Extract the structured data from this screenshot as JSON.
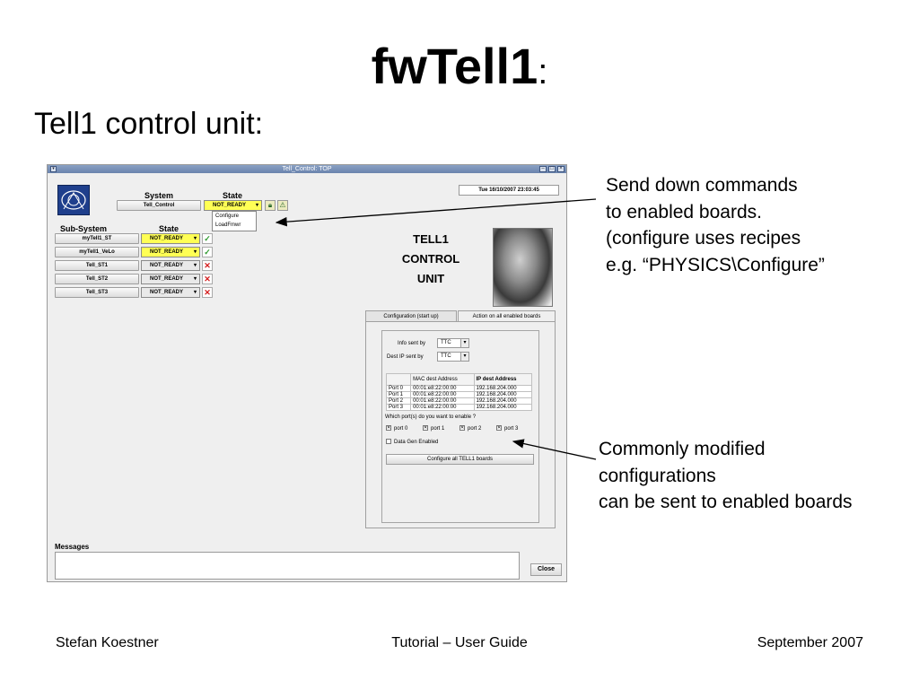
{
  "slide": {
    "title": "fwTell1",
    "title_suffix": ":",
    "subtitle": "Tell1 control unit:",
    "note_commands": "Send down commands\nto enabled boards.\n(configure uses recipes\ne.g. “PHYSICS\\Configure”",
    "note_configs": "Commonly modified\nconfigurations\ncan be sent to enabled boards",
    "footer_left": "Stefan Koestner",
    "footer_center": "Tutorial – User Guide",
    "footer_right": "September 2007"
  },
  "window": {
    "title": "Tell_Control: TOP",
    "datetime": "Tue 16/10/2007    23:03:45",
    "system_header": "System",
    "state_header": "State",
    "system": {
      "name": "Tell_Control",
      "state": "NOT_READY"
    },
    "popup_items": [
      "Configure",
      "LoadFmwr"
    ],
    "subsystem_header": "Sub-System",
    "substate_header": "State",
    "subsystems": [
      {
        "name": "myTell1_ST",
        "state": "NOT_READY",
        "mark": "✓"
      },
      {
        "name": "myTell1_VeLo",
        "state": "NOT_READY",
        "mark": "✓"
      },
      {
        "name": "Tell_ST1",
        "state": "NOT_READY",
        "mark": "✕"
      },
      {
        "name": "Tell_ST2",
        "state": "NOT_READY",
        "mark": "✕"
      },
      {
        "name": "Tell_ST3",
        "state": "NOT_READY",
        "mark": "✕"
      }
    ],
    "unit_lines": [
      "TELL1",
      "CONTROL",
      "UNIT"
    ],
    "tabs": [
      "Configuration (start up)",
      "Action on all enabled boards"
    ],
    "info_sent_by_label": "Info sent by",
    "info_sent_by_value": "TTC",
    "dest_ip_label": "Dest IP sent by",
    "dest_ip_value": "TTC",
    "table_headers": [
      "",
      "MAC dest Address",
      "IP dest Address"
    ],
    "table_rows": [
      [
        "Port 0",
        "00:01:e8:22:00:00",
        "192.168.204.000"
      ],
      [
        "Port 1",
        "00:01:e8:22:00:00",
        "192.168.204.000"
      ],
      [
        "Port 2",
        "00:01:e8:22:00:00",
        "192.168.204.000"
      ],
      [
        "Port 3",
        "00:01:e8:22:00:00",
        "192.168.204.000"
      ]
    ],
    "ports_question": "Which port(s) do you want to enable ?",
    "ports": [
      "port 0",
      "port 1",
      "port 2",
      "port 3"
    ],
    "data_gen_label": "Data Gen Enabled",
    "configure_all_button": "Configure all TELL1 boards",
    "messages_label": "Messages",
    "close_button": "Close"
  }
}
